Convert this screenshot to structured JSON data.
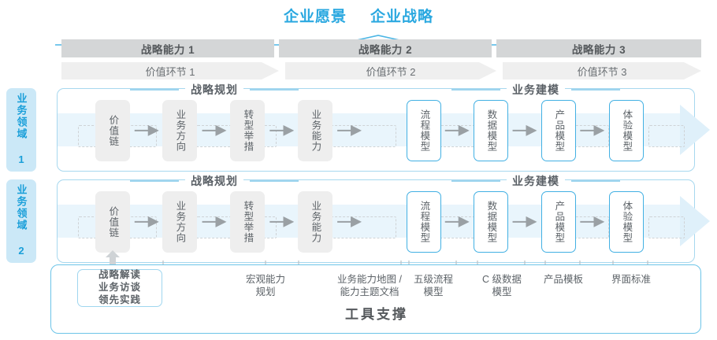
{
  "header": {
    "titles": [
      "企业愿景",
      "企业战略"
    ],
    "accent_color": "#2aa8e0"
  },
  "capability_bars": [
    {
      "label": "战略能力 1"
    },
    {
      "label": "战略能力 2"
    },
    {
      "label": "战略能力 3"
    }
  ],
  "value_links": [
    {
      "label": "价值环节 1"
    },
    {
      "label": "价值环节 2"
    },
    {
      "label": "价值环节 3"
    }
  ],
  "domains": [
    {
      "tab_label": "业务领域 1"
    },
    {
      "tab_label": "业务领域 2"
    }
  ],
  "sections": {
    "left": "战略规划",
    "right": "业务建模"
  },
  "nodes": {
    "grey": [
      "价值链",
      "业务方向",
      "转型举措",
      "业务能力"
    ],
    "blue": [
      "流程模型",
      "数据模型",
      "产品模型",
      "体验模型"
    ]
  },
  "tool_support": {
    "title": "工具支撑",
    "highlight_box": "战略解读\n业务访谈\n领先实践",
    "highlight_lines": [
      "战略解读",
      "业务访谈",
      "领先实践"
    ],
    "labels": [
      {
        "text": "宏观能力\n规划",
        "lines": [
          "宏观能力",
          "规划"
        ]
      },
      {
        "text": "业务能力地图 /\n能力主题文档",
        "lines": [
          "业务能力地图 /",
          "能力主题文档"
        ]
      },
      {
        "text": "五级流程\n模型",
        "lines": [
          "五级流程",
          "模型"
        ]
      },
      {
        "text": "C 级数据\n模型",
        "lines": [
          "C 级数据",
          "模型"
        ]
      },
      {
        "text": "产品模板",
        "lines": [
          "产品模板"
        ]
      },
      {
        "text": "界面标准",
        "lines": [
          "界面标准"
        ]
      }
    ]
  },
  "colors": {
    "accent_blue": "#2aa8e0",
    "band_blue": "#e9f5fc",
    "tab_blue": "#cbe8f7",
    "grey_bar": "#d4d6d7",
    "light_grey_bar": "#efefef",
    "node_grey": "#eeeeee",
    "text_grey": "#5a6066"
  }
}
